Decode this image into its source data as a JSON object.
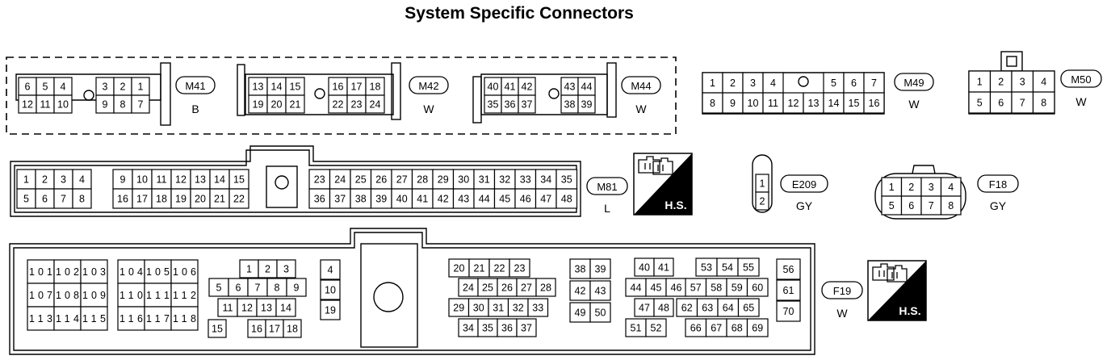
{
  "title": "System Specific Connectors",
  "icons": {
    "harness_side": "harness-side-connector-icon"
  },
  "connectors": {
    "M41": {
      "id": "M41",
      "color": "B",
      "rows": [
        [
          "6",
          "5",
          "4",
          "",
          "3",
          "2",
          "1"
        ],
        [
          "12",
          "11",
          "10",
          "",
          "9",
          "8",
          "7"
        ]
      ]
    },
    "M42": {
      "id": "M42",
      "color": "W",
      "rows": [
        [
          "13",
          "14",
          "15",
          "",
          "16",
          "17",
          "18"
        ],
        [
          "19",
          "20",
          "21",
          "",
          "22",
          "23",
          "24"
        ]
      ]
    },
    "M44": {
      "id": "M44",
      "color": "W",
      "rows": [
        [
          "40",
          "41",
          "42",
          "",
          "43",
          "44"
        ],
        [
          "35",
          "36",
          "37",
          "",
          "38",
          "39"
        ]
      ]
    },
    "M49": {
      "id": "M49",
      "color": "W",
      "rows": [
        [
          "1",
          "2",
          "3",
          "4",
          "",
          "5",
          "6",
          "7"
        ],
        [
          "8",
          "9",
          "10",
          "11",
          "12",
          "13",
          "14",
          "15",
          "16"
        ]
      ]
    },
    "M50": {
      "id": "M50",
      "color": "W",
      "rows": [
        [
          "1",
          "2",
          "3",
          "4"
        ],
        [
          "5",
          "6",
          "7",
          "8"
        ]
      ]
    },
    "M81": {
      "id": "M81",
      "color": "L",
      "hs": "H.S.",
      "left_rows": [
        [
          "1",
          "2",
          "3",
          "4"
        ],
        [
          "5",
          "6",
          "7",
          "8"
        ]
      ],
      "mid_rows": [
        [
          "9",
          "10",
          "11",
          "12",
          "13",
          "14",
          "15"
        ],
        [
          "16",
          "17",
          "18",
          "19",
          "20",
          "21",
          "22"
        ]
      ],
      "right_rows": [
        [
          "23",
          "24",
          "25",
          "26",
          "27",
          "28",
          "29",
          "30",
          "31",
          "32",
          "33",
          "34",
          "35"
        ],
        [
          "36",
          "37",
          "38",
          "39",
          "40",
          "41",
          "42",
          "43",
          "44",
          "45",
          "46",
          "47",
          "48"
        ]
      ]
    },
    "E209": {
      "id": "E209",
      "color": "GY",
      "pins": [
        "1",
        "2"
      ]
    },
    "F18": {
      "id": "F18",
      "color": "GY",
      "rows": [
        [
          "1",
          "2",
          "3",
          "4"
        ],
        [
          "5",
          "6",
          "7",
          "8"
        ]
      ]
    },
    "F19": {
      "id": "F19",
      "color": "W",
      "hs": "H.S.",
      "big_a": [
        [
          "101",
          "102",
          "103"
        ],
        [
          "107",
          "108",
          "109"
        ],
        [
          "113",
          "114",
          "115"
        ]
      ],
      "big_b": [
        [
          "104",
          "105",
          "106"
        ],
        [
          "110",
          "111",
          "112"
        ],
        [
          "116",
          "117",
          "118"
        ]
      ],
      "g1": [
        [
          "1",
          "2",
          "3"
        ],
        [
          "5",
          "6",
          "7",
          "8",
          "9"
        ],
        [
          "11",
          "12",
          "13",
          "14"
        ],
        [
          "15",
          "16",
          "17",
          "18"
        ]
      ],
      "g2": [
        "4",
        "10",
        "19"
      ],
      "g3": [
        [
          "20",
          "21",
          "22",
          "23"
        ],
        [
          "24",
          "25",
          "26",
          "27",
          "28"
        ],
        [
          "29",
          "30",
          "31",
          "32",
          "33"
        ],
        [
          "34",
          "35",
          "36",
          "37"
        ]
      ],
      "g4": [
        [
          "38",
          "39"
        ],
        [
          "42",
          "43"
        ],
        [
          "49",
          "50"
        ]
      ],
      "g5": [
        [
          "40",
          "41"
        ],
        [
          "44",
          "45",
          "46"
        ],
        [
          "47",
          "48"
        ],
        [
          "51",
          "52"
        ]
      ],
      "g6": [
        [
          "53",
          "54",
          "55"
        ],
        [
          "57",
          "58",
          "59",
          "60"
        ],
        [
          "62",
          "63",
          "64",
          "65"
        ],
        [
          "66",
          "67",
          "68",
          "69"
        ]
      ],
      "g7": [
        "56",
        "61",
        "70"
      ]
    }
  }
}
